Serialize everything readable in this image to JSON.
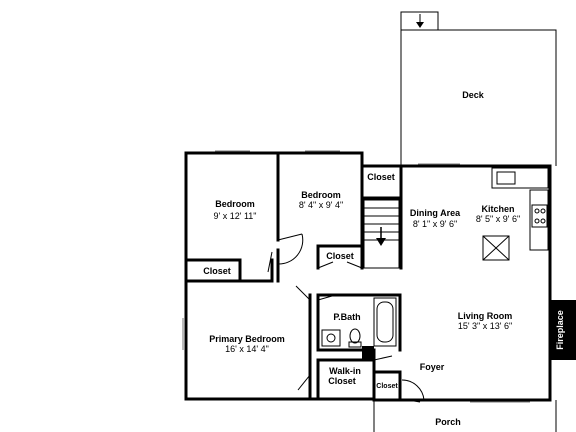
{
  "rooms": {
    "deck": {
      "name": "Deck"
    },
    "bedroom_left": {
      "name": "Bedroom",
      "dims": "9' x 12' 11\""
    },
    "bedroom_mid": {
      "name": "Bedroom",
      "dims": "8' 4\" x 9' 4\""
    },
    "closet_top": {
      "name": "Closet"
    },
    "closet_left": {
      "name": "Closet"
    },
    "closet_mid": {
      "name": "Closet"
    },
    "dining": {
      "name": "Dining Area",
      "dims": "8' 1\" x 9' 6\""
    },
    "kitchen": {
      "name": "Kitchen",
      "dims": "8' 5\" x 9' 6\""
    },
    "primary": {
      "name": "Primary Bedroom",
      "dims": "16' x 14' 4\""
    },
    "pbath": {
      "name": "P.Bath"
    },
    "living": {
      "name": "Living Room",
      "dims": "15' 3\" x 13' 6\""
    },
    "fireplace": {
      "name": "Fireplace"
    },
    "walkin": {
      "name": "Walk-in Closet",
      "line1": "Walk-in",
      "line2": "Closet"
    },
    "closet_small": {
      "name": "Closet"
    },
    "foyer": {
      "name": "Foyer"
    },
    "porch": {
      "name": "Porch"
    }
  }
}
